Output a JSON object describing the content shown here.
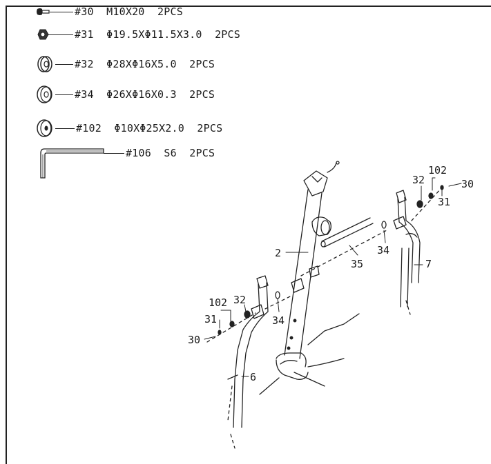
{
  "hardware_list": [
    {
      "id": "30",
      "label": "#30  M10X20  2PCS"
    },
    {
      "id": "31",
      "label": "#31  Φ19.5XΦ11.5X3.0  2PCS"
    },
    {
      "id": "32",
      "label": "#32  Φ28XΦ16X5.0  2PCS"
    },
    {
      "id": "34",
      "label": "#34  Φ26XΦ16X0.3  2PCS"
    },
    {
      "id": "102",
      "label": "#102  Φ10XΦ25X2.0  2PCS"
    },
    {
      "id": "106",
      "label": "#106  S6  2PCS"
    }
  ],
  "callouts": {
    "c2": "2",
    "c35": "35",
    "c34_right": "34",
    "c7": "7",
    "c32_right": "32",
    "c102_right": "102",
    "c31_right": "31",
    "c30_right": "30",
    "c102_left": "102",
    "c32_left": "32",
    "c31_left": "31",
    "c30_left": "30",
    "c34_left": "34",
    "c6": "6"
  },
  "icons": [
    "bolt-icon",
    "nut-icon",
    "curved-washer-icon",
    "flat-washer-icon",
    "washer-icon",
    "allen-key-icon"
  ]
}
